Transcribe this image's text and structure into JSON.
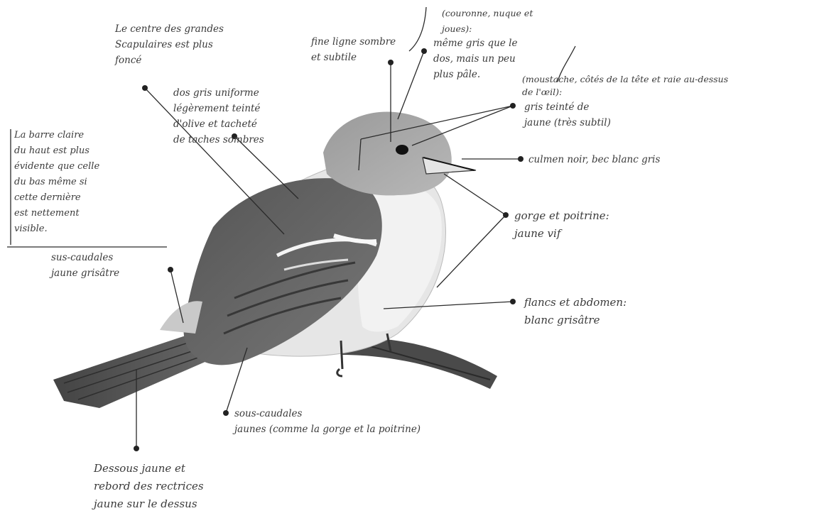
{
  "annotations": {
    "scapulars": "Le centre des grandes\nScapulaires est plus\nfoncé",
    "back": "dos gris uniforme\nlégèrement teinté\nd'olive et tacheté\nde taches sombres",
    "wingbar": "La barre claire\ndu haut est plus\névidente que celle\ndu bas même si\ncette dernière\nest nettement\nvisible.",
    "uppertail": "sus-caudales\njaune grisâtre",
    "undertail_edges": "Dessous jaune et\nrebord des rectrices\njaune sur le dessus",
    "undertail_coverts": "sous-caudales\njaunes (comme la gorge et la poitrine)",
    "eyeline": "fine ligne sombre\net subtile",
    "crown": "(couronne, nuque et\njoues):",
    "crown_color": "même gris que le\ndos, mais un peu\nplus pâle.",
    "moustache": "(moustache, côtés de la tête et raie au-dessus\nde l'œil):",
    "moustache_color": "gris teinté de\njaune (très subtil)",
    "culmen": "culmen noir, bec blanc gris",
    "throat": "gorge et poitrine:\njaune vif",
    "flanks": "flancs et abdomen:\nblanc grisâtre"
  }
}
